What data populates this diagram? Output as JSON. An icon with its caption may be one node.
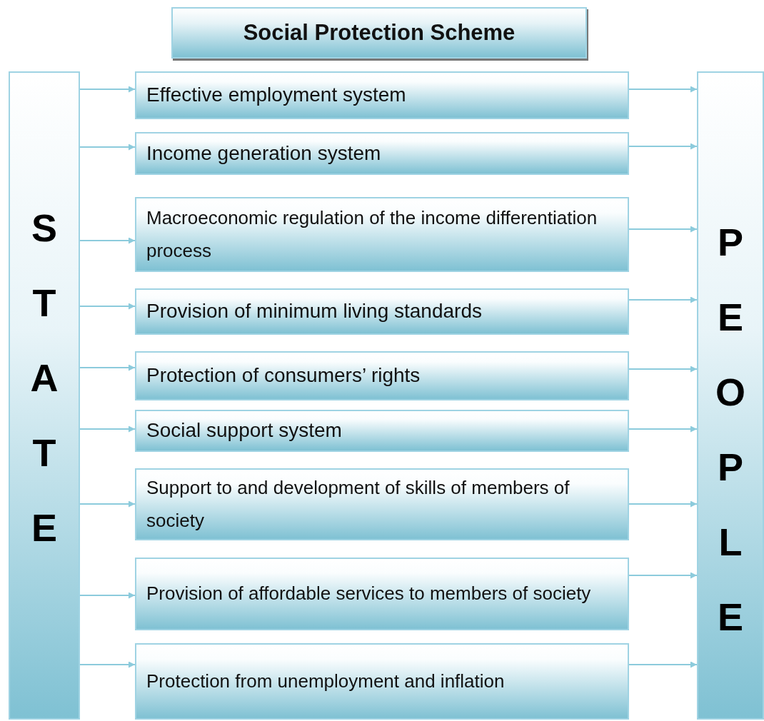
{
  "diagram": {
    "title": "Social Protection Scheme",
    "nodes": [
      {
        "text": [
          "STATE"
        ]
      },
      {
        "text": [
          "Effective employment system"
        ]
      },
      {
        "text": [
          "Income generation system"
        ]
      },
      {
        "text": [
          "Macroeconomic regulation of the income differentiation process"
        ]
      },
      {
        "text": [
          "Provision of minimum living standards"
        ]
      },
      {
        "text": [
          "Protection of consumers’ rights"
        ]
      },
      {
        "text": [
          "Social support system"
        ]
      },
      {
        "text": [
          "Support to and development of skills of members of society"
        ]
      },
      {
        "text": [
          "Provision of affordable services to members of society"
        ]
      },
      {
        "text": [
          "Protection from unemployment and inflation"
        ]
      },
      {
        "text": [
          "PEOPLE"
        ]
      }
    ],
    "edges": [
      {
        "from": 0,
        "to": 1,
        "arrow": "to"
      },
      {
        "from": 0,
        "to": 2,
        "arrow": "to"
      },
      {
        "from": 0,
        "to": 3,
        "arrow": "to"
      },
      {
        "from": 0,
        "to": 4,
        "arrow": "to"
      },
      {
        "from": 0,
        "to": 5,
        "arrow": "to"
      },
      {
        "from": 0,
        "to": 6,
        "arrow": "to"
      },
      {
        "from": 0,
        "to": 7,
        "arrow": "to"
      },
      {
        "from": 0,
        "to": 8,
        "arrow": "to"
      },
      {
        "from": 0,
        "to": 9,
        "arrow": "to"
      },
      {
        "from": 1,
        "to": 10,
        "arrow": "to"
      },
      {
        "from": 2,
        "to": 10,
        "arrow": "to"
      },
      {
        "from": 3,
        "to": 10,
        "arrow": "to"
      },
      {
        "from": 4,
        "to": 10,
        "arrow": "to"
      },
      {
        "from": 5,
        "to": 10,
        "arrow": "to"
      },
      {
        "from": 6,
        "to": 10,
        "arrow": "to"
      },
      {
        "from": 7,
        "to": 10,
        "arrow": "to"
      },
      {
        "from": 8,
        "to": 10,
        "arrow": "to"
      },
      {
        "from": 9,
        "to": 10,
        "arrow": "to"
      }
    ]
  }
}
